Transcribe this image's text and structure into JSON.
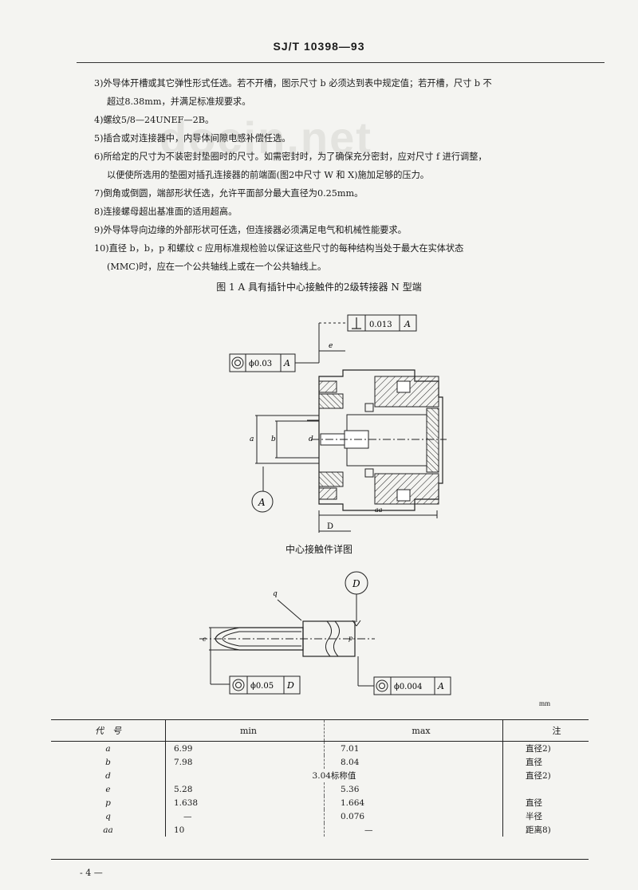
{
  "header": {
    "standard_no": "SJ/T 10398—93"
  },
  "watermark": "docin.net",
  "notes": [
    "3)外导体开槽或其它弹性形式任选。若不开槽，图示尺寸 b 必须达到表中规定值；若开槽，尺寸 b 不",
    "超过8.38mm，并满足标准规要求。",
    "4)螺纹5/8—24UNEF—2B。",
    "5)插合或对连接器中，内导体间隙电感补偿任选。",
    "6)所给定的尺寸为不装密封垫圈时的尺寸。如需密封时，为了确保充分密封，应对尺寸 f 进行调整，",
    "以便使所选用的垫圈对插孔连接器的前端面(图2中尺寸 W 和 X)施加足够的压力。",
    "7)倒角或倒圆，端部形状任选，允许平面部分最大直径为0.25mm。",
    "8)连接螺母超出基准面的适用超高。",
    "9)外导体导向边缘的外部形状可任选，但连接器必须满足电气和机械性能要求。",
    "10)直径 b，b，p 和螺纹 c 应用标准规检验以保证这些尺寸的每种结构当处于最大在实体状态",
    "(MMC)时，应在一个公共轴线上或在一个公共轴线上。"
  ],
  "figure_title": "图 1 A   具有插针中心接触件的2级转接器 N 型端",
  "figure1": {
    "perp_value": "0.013",
    "perp_datum": "A",
    "conc_value": "ϕ0.03",
    "conc_datum": "A",
    "datum_A": "A",
    "dim_a": "a",
    "dim_b": "b",
    "dim_e": "e",
    "dim_d": "d",
    "dim_aa": "aa",
    "dim_D": "D"
  },
  "detail_title": "中心接触件详图",
  "figure2": {
    "datum_D": "D",
    "dim_q": "q",
    "dim_c": "c",
    "dim_p": "p",
    "conc_left_value": "ϕ0.05",
    "conc_left_datum": "D",
    "conc_right_value": "ϕ0.004",
    "conc_right_datum": "A"
  },
  "unit": "mm",
  "table": {
    "headers": [
      "代　号",
      "min",
      "max",
      "注"
    ],
    "rows": [
      {
        "code": "a",
        "min": "6.99",
        "max": "7.01",
        "note": "直径2)"
      },
      {
        "code": "b",
        "min": "7.98",
        "max": "8.04",
        "note": "直径"
      },
      {
        "code": "d",
        "span": "3.04标称值",
        "note": "直径2)"
      },
      {
        "code": "e",
        "min": "5.28",
        "max": "5.36",
        "note": ""
      },
      {
        "code": "p",
        "min": "1.638",
        "max": "1.664",
        "note": "直径"
      },
      {
        "code": "q",
        "min": "—",
        "max": "0.076",
        "note": "半径"
      },
      {
        "code": "aa",
        "min": "10",
        "max": "—",
        "note": "距离8)"
      }
    ]
  },
  "footer": {
    "page": "- 4 —"
  }
}
